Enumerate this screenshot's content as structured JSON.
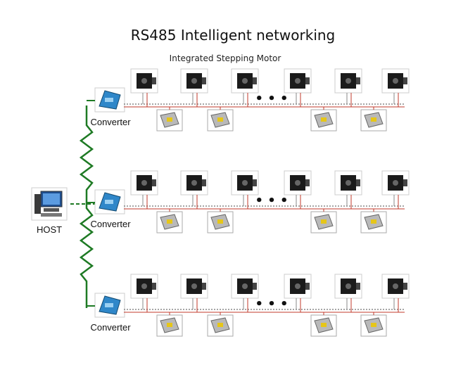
{
  "title": "RS485 Intelligent networking",
  "subtitle": "Integrated Stepping Motor",
  "host_label": "HOST",
  "converter_label": "Converter",
  "ellipsis": "• • •",
  "colors": {
    "bus": "#1e7a24",
    "cable": "#c0392b",
    "rail": "#888888",
    "motor_body": "#1b1b1b",
    "psu_body": "#b9b9b9",
    "converter_body": "#2f87c9"
  },
  "icons": {
    "host": "computer-icon",
    "converter": "converter-icon",
    "motor": "stepper-motor-icon",
    "power": "power-supply-icon"
  },
  "rows": [
    {
      "name": "row-1",
      "motors_per_row": 6,
      "power_supplies_per_row": 4
    },
    {
      "name": "row-2",
      "motors_per_row": 6,
      "power_supplies_per_row": 4
    },
    {
      "name": "row-3",
      "motors_per_row": 6,
      "power_supplies_per_row": 4
    }
  ]
}
